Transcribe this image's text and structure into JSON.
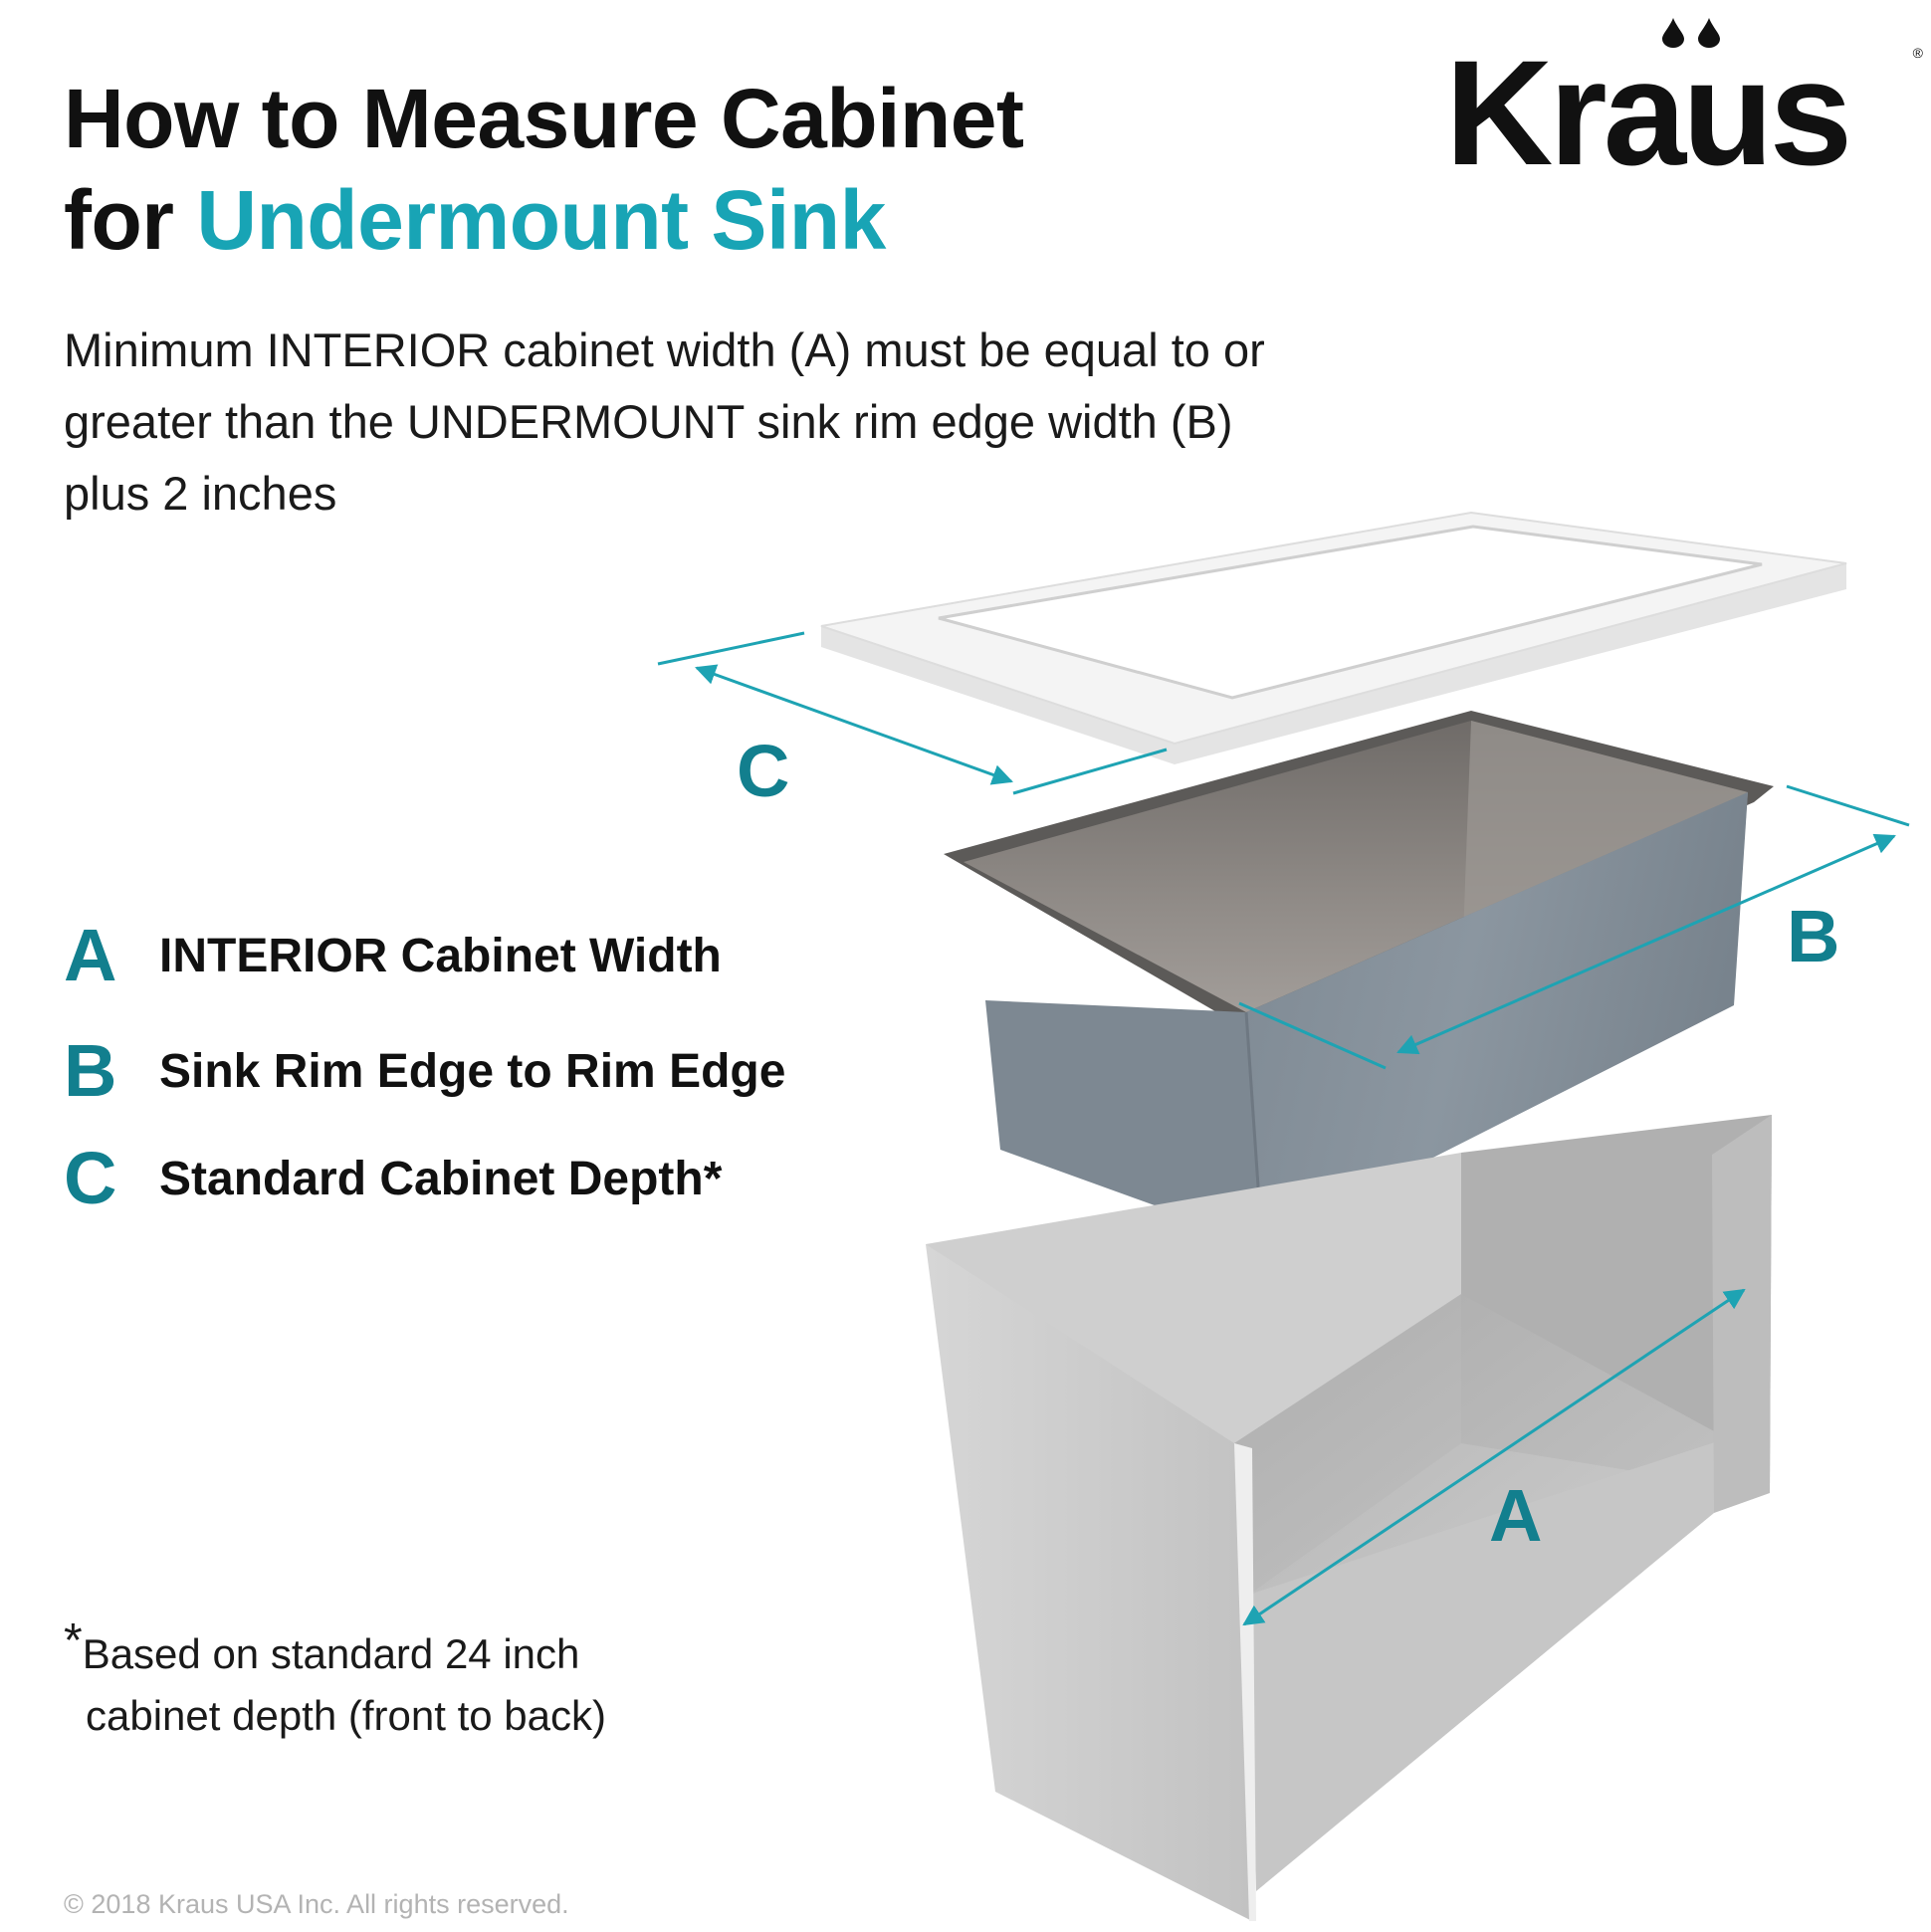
{
  "title": {
    "line1": "How to Measure Cabinet",
    "line2_prefix": "for ",
    "line2_accent": "Undermount Sink"
  },
  "logo": {
    "text": "Kraus",
    "registered": "®"
  },
  "intro": "Minimum INTERIOR cabinet width (A) must be equal to or greater than the UNDERMOUNT sink rim edge width (B) plus 2 inches",
  "legend": [
    {
      "letter": "A",
      "label": "INTERIOR Cabinet Width"
    },
    {
      "letter": "B",
      "label": "Sink Rim Edge to Rim Edge"
    },
    {
      "letter": "C",
      "label": "Standard Cabinet Depth*"
    }
  ],
  "footnote": {
    "star": "*",
    "line1": "Based on standard 24 inch",
    "line2": "cabinet depth (front to back)"
  },
  "copyright": "© 2018 Kraus USA Inc. All rights reserved.",
  "diagram": {
    "labels": {
      "a": "A",
      "b": "B",
      "c": "C"
    },
    "components": [
      "countertop-cutout-frame",
      "undermount-sink",
      "base-cabinet"
    ]
  },
  "colors": {
    "accent": "#18a4b5",
    "letter": "#127f8e",
    "dimension": "#1ea3b3",
    "text": "#111111",
    "copyright": "#b3b3b3"
  }
}
